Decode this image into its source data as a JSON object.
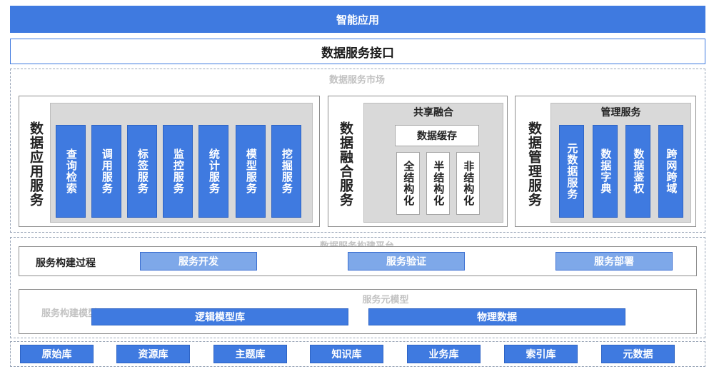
{
  "smart_app": "智能应用",
  "data_service_interface": "数据服务接口",
  "service_market_label": "数据服务市场",
  "app_services": {
    "title": "数据应用服务",
    "items": [
      "查询检索",
      "调用服务",
      "标签服务",
      "监控服务",
      "统计服务",
      "模型服务",
      "挖掘服务"
    ]
  },
  "fusion_services": {
    "title": "数据融合服务",
    "group_title": "共享融合",
    "cache_label": "数据缓存",
    "items": [
      "全结构化",
      "半结构化",
      "非结构化"
    ]
  },
  "mgmt_services": {
    "title": "数据管理服务",
    "group_title": "管理服务",
    "items": [
      "元数据服务",
      "数据字典",
      "数据鉴权",
      "跨网跨域"
    ]
  },
  "build_platform_label": "数据服务构建平台",
  "build_process": {
    "label": "服务构建过程",
    "steps": [
      "服务开发",
      "服务验证",
      "服务部署"
    ]
  },
  "meta_model": {
    "label": "服务元模型",
    "faint_left": "服务构建模型",
    "items": [
      "逻辑模型库",
      "物理数据"
    ]
  },
  "bottom_libs": [
    "原始库",
    "资源库",
    "主题库",
    "知识库",
    "业务库",
    "索引库",
    "元数据"
  ],
  "colors": {
    "primary": "#3f7ae0",
    "light": "#7ea8e9"
  }
}
